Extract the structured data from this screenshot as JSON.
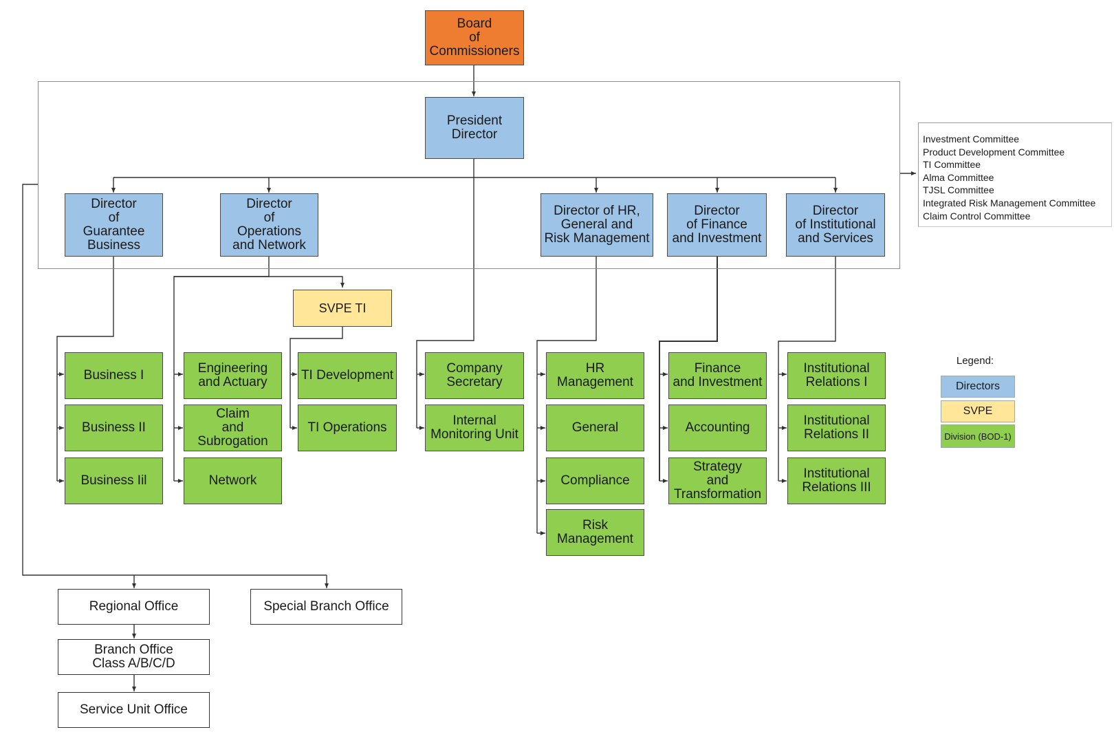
{
  "board": "Board\nof\nCommissioners",
  "president": "President\nDirector",
  "directors": {
    "guarantee": "Director\nof\nGuarantee\nBusiness",
    "operations": "Director\nof\nOperations\nand Network",
    "hr": "Director of HR,\nGeneral and\nRisk Management",
    "finance": "Director\nof Finance\nand Investment",
    "institutional": "Director\nof Institutional\nand Services"
  },
  "svpe": "SVPE TI",
  "divisions": {
    "business_1": "Business I",
    "business_2": "Business II",
    "business_3": "Business Iil",
    "engineering": "Engineering\nand Actuary",
    "claim": "Claim\nand\nSubrogation",
    "network": "Network",
    "ti_development": "TI Development",
    "ti_operations": "TI Operations",
    "company_secretary": "Company\nSecretary",
    "internal_monitoring": "Internal\nMonitoring Unit",
    "hr_management": "HR\nManagement",
    "general": "General",
    "compliance": "Compliance",
    "risk_management": "Risk\nManagement",
    "finance_investment": "Finance\nand Investment",
    "accounting": "Accounting",
    "strategy": "Strategy\nand\nTransformation",
    "inst_rel_1": "Institutional\nRelations I",
    "inst_rel_2": "Institutional\nRelations II",
    "inst_rel_3": "Institutional\nRelations III"
  },
  "offices": {
    "regional": "Regional Office",
    "special_branch": "Special Branch Office",
    "branch": "Branch Office\nClass A/B/C/D",
    "service_unit": "Service Unit Office"
  },
  "committees": [
    "Investment Committee",
    "Product Development Committee",
    "TI Committee",
    "Alma Committee",
    "TJSL Committee",
    "Integrated Risk Management Committee",
    "Claim Control Committee"
  ],
  "legend": {
    "title": "Legend:",
    "directors": "Directors",
    "svpe": "SVPE",
    "division": "Division (BOD-1)"
  },
  "colors": {
    "board": "#ef7d31",
    "director": "#9dc3e6",
    "svpe": "#ffe699",
    "division": "#8fce4f"
  }
}
